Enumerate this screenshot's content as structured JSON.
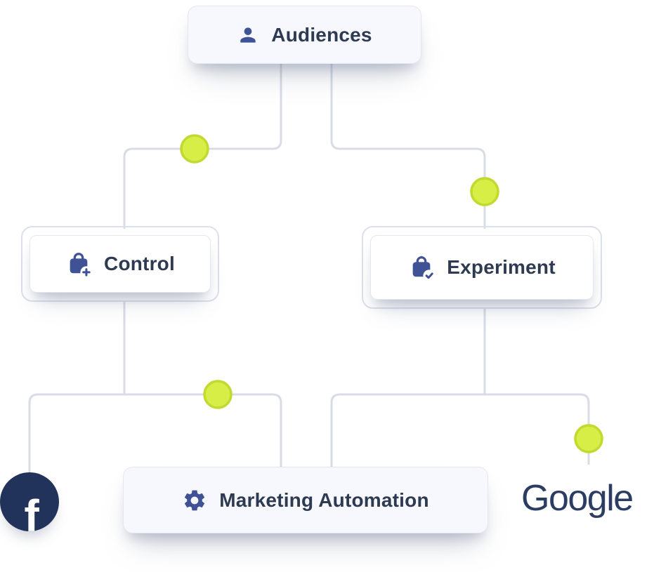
{
  "theme": {
    "canvas-bg": "#ffffff",
    "connector-color": "#d8dce5",
    "dot-fill": "#d6ee45",
    "dot-ring": "#c2d92f",
    "card-bg": "#f6f8fd",
    "card-border": "#e4e7f2",
    "frame-border": "#dce0ec",
    "inner-card-bg": "#ffffff",
    "icon-blue": "#3e5295",
    "text-navy": "#2e3a52",
    "facebook-navy": "#22335b",
    "google-navy": "#2c3d63"
  },
  "nodes": {
    "audiences": {
      "label": "Audiences",
      "icon": "person-icon"
    },
    "control": {
      "label": "Control",
      "icon": "bag-plus-icon"
    },
    "experiment": {
      "label": "Experiment",
      "icon": "bag-check-icon"
    },
    "marketing_automation": {
      "label": "Marketing Automation",
      "icon": "gear-icon"
    }
  },
  "endpoints": {
    "facebook": {
      "glyph": "f"
    },
    "google": {
      "label": "Google"
    }
  }
}
